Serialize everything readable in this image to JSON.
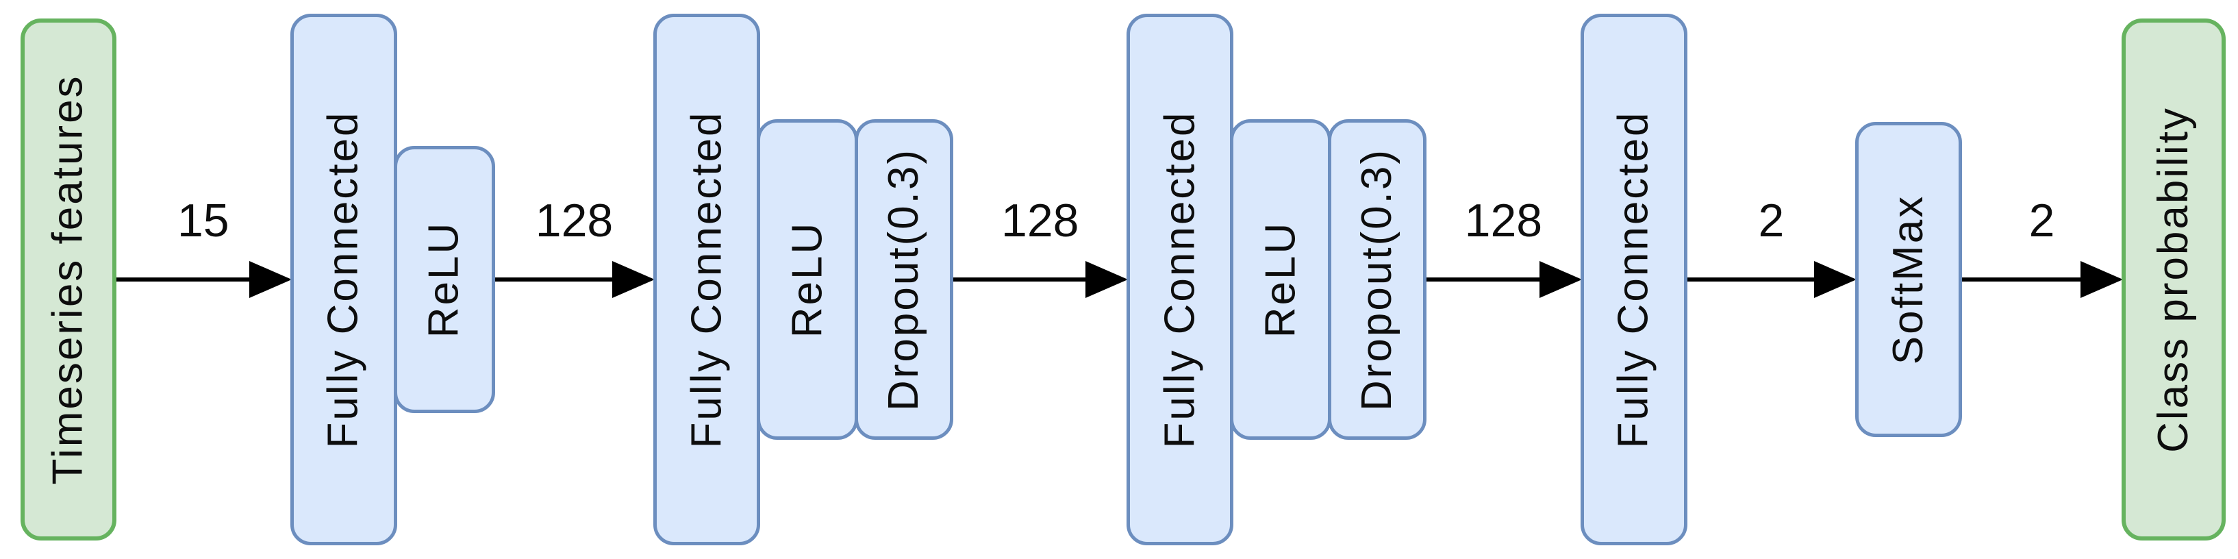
{
  "diagram": {
    "type": "neural-network-architecture",
    "colors": {
      "layer_fill": "#dae8fc",
      "layer_border": "#6c8ebf",
      "io_fill": "#d5e8d4",
      "io_border": "#66b35f",
      "arrow": "#000000",
      "text": "#0d0d0d",
      "background": "#ffffff"
    },
    "flow": [
      {
        "kind": "node",
        "style": "green",
        "label": "Timeseries features"
      },
      {
        "kind": "arrow",
        "label": "15"
      },
      {
        "kind": "group",
        "boxes": [
          {
            "label": "Fully Connected"
          },
          {
            "label": "ReLU"
          }
        ]
      },
      {
        "kind": "arrow",
        "label": "128"
      },
      {
        "kind": "group",
        "boxes": [
          {
            "label": "Fully Connected"
          },
          {
            "label": "ReLU"
          },
          {
            "label": "Dropout(0.3)"
          }
        ]
      },
      {
        "kind": "arrow",
        "label": "128"
      },
      {
        "kind": "group",
        "boxes": [
          {
            "label": "Fully Connected"
          },
          {
            "label": "ReLU"
          },
          {
            "label": "Dropout(0.3)"
          }
        ]
      },
      {
        "kind": "arrow",
        "label": "128"
      },
      {
        "kind": "group",
        "boxes": [
          {
            "label": "Fully Connected"
          }
        ]
      },
      {
        "kind": "arrow",
        "label": "2"
      },
      {
        "kind": "group",
        "boxes": [
          {
            "label": "SoftMax"
          }
        ]
      },
      {
        "kind": "arrow",
        "label": "2"
      },
      {
        "kind": "node",
        "style": "green",
        "label": "Class probability"
      }
    ]
  }
}
